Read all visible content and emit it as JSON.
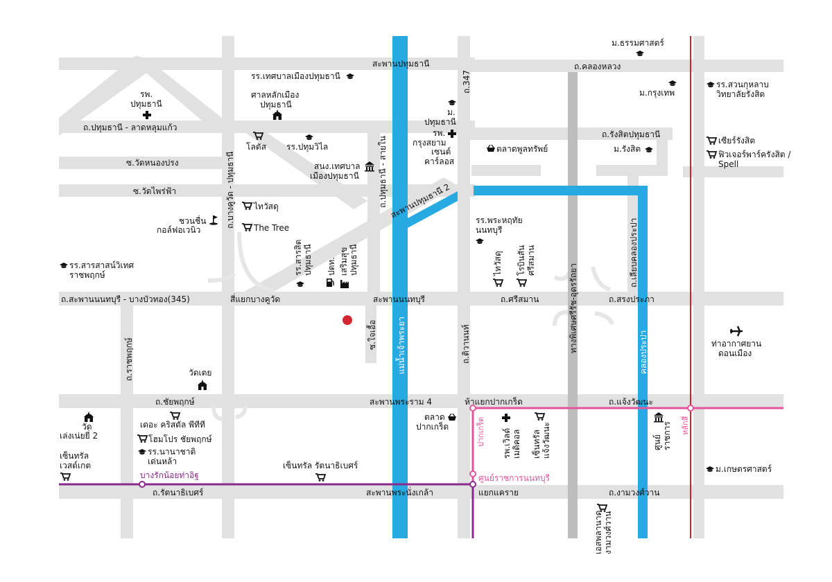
{
  "roads_h": {
    "sapan_pathum": "สะพานปทุมธานี",
    "khlong_luang": "ถ.คลองหลวง",
    "pathum_lat_lum_kaeo": "ถ.ปทุมธานี - ลาดหลุมแก้ว",
    "rangsit_pathum": "ถ.รังสิตปทุมธานี",
    "soi_wat_nong_prong": "ซ.วัดหนองปรง",
    "soi_wat_phai_fa": "ซ.วัดไพร่ฟ้า",
    "sapan_pathum_2": "สะพานปทุมธานี 2",
    "sapan_nonthaburi_bang_bua_thong": "ถ.สะพานนนทบุรี - บางบัวทอง(345)",
    "si_yaek_bang_khu_wat": "สี่แยกบางคูวัด",
    "sapan_nonthaburi": "สะพานนนทบุรี",
    "si_saman": "ถ.ศรีสมาน",
    "song_prapa_h": "ถ.สรงประภา",
    "chaiyaphruek": "ถ.ชัยพฤกษ์",
    "sapan_rama4": "สะพานพระราม 4",
    "ha_yaek_pak_kret": "ห้าแยกปากเกร็ด",
    "chaeng_watthana": "ถ.แจ้งวัฒนะ",
    "rattanathibet": "ถ.รัตนาธิเบศร์",
    "sapan_phra_nang_klao": "สะพานพระนั่งเกล้า",
    "yaek_khae_rai": "แยกแคราย",
    "ngam_wong_wan": "ถ.งามวงศ์วาน"
  },
  "roads_v": {
    "r347": "ถ.347",
    "bang_khu_wat_pathum": "ถ.บางคูวัด - ปทุมธานี",
    "pathum_sai_nai": "ถ.ปทุมธานี - สายใน",
    "soi_chai_uea": "ซ.ใจเอื้อ",
    "tiwanon": "ถ.ติวานนท์",
    "ratchaphruek": "ถ.ราชพฤกษ์",
    "liap_khlong_prapa": "ถ.เลียบคลองประปา",
    "expressway": "ทางพิเศษศรีรัช-อุดรรัถยา",
    "river": "แม่น้ำเจ้าพระยา",
    "khlong_prapa": "คลองประปา"
  },
  "pois": {
    "m_thammasat": "ม.ธรรมศาสตร์",
    "rr_thesaban": "รร.เทศบาลเมืองปทุมธานี",
    "san_lak_mueang_1": "ศาลหลักเมือง",
    "san_lak_mueang_2": "ปทุมธานี",
    "rp_pathum_1": "รพ.",
    "rp_pathum_2": "ปทุมธานี",
    "m_pathum_1": "ม.",
    "m_pathum_2": "ปทุมธานี",
    "rp_bangkok_1": "รพ.",
    "rp_bangkok_2": "กรุงสยาม",
    "rp_bangkok_3": "เซนต์",
    "rp_bangkok_4": "คาร์ลอส",
    "rr_suan_kulab_1": "รร.สวนกุหลาบ",
    "rr_suan_kulab_2": "วิทยาลัยรังสิต",
    "m_krungthep": "ม.กรุงเทพ",
    "lotus": "โลตัส",
    "rr_pathumwilai": "รร.ปทุมวิไล",
    "sanong_thesaban_1": "สนง.เทศบาล",
    "sanong_thesaban_2": "เมืองปทุมธานี",
    "talad_phoonsap": "ตลาดพูลทรัพย์",
    "m_rangsit": "ม.รังสิต",
    "future_park_1": "ฟิวเจอร์พาร์ครังสิต /",
    "future_park_2": "Spell",
    "sear_rangsit": "เซียร์รังสิต",
    "chuan_chuen_1": "ชวนชื่น",
    "chuan_chuen_2": "กอล์ฟอเวนิว",
    "kai_wat_sut": "ไทวัสดุ",
    "the_tree": "The Tree",
    "rr_phra_haruthai_1": "รร.พระหฤทัย",
    "rr_phra_haruthai_2": "นนทบุรี",
    "rr_saratit_1": "รร.สารสาสน์วิเทศ",
    "rr_saratit_2": "ราชพฤกษ์",
    "rr_sarasit_v1": "รร.สารสิต",
    "rr_sarasit_v2": "ปทุมธานี",
    "ptt": "ปตท.",
    "sermsuk_v1": "เสริมสุข",
    "sermsuk_v2": "ปทุมธานี",
    "kai_wat_sut_2": "ไทวัสดุ",
    "robinson_v1": "โรบินสัน",
    "robinson_v2": "ศรีสมาน",
    "airport_1": "ท่าอากาศยาน",
    "airport_2": "ดอนเมือง",
    "wat_toei": "วัดเตย",
    "wat_len_1": "วัด",
    "wat_len_2": "เล่งเน่ยยี่ 2",
    "crystal_ptt": "เดอะ คริสตัล พีทีที",
    "homepro": "โฮมโปร ชัยพฤกษ์",
    "rr_nanachat_1": "รร.นานาชาติ",
    "rr_nanachat_2": "เด่นหล้า",
    "central_west_1": "เซ็นทรัล",
    "central_west_2": "เวสต์เกต",
    "central_rattanathibet": "เซ็นทรัล รัตนาธิเบศร์",
    "talad_pak_kret_1": "ตลาด",
    "talad_pak_kret_2": "ปากเกร็ด",
    "rp_world_v1": "รพ.เวิลด์",
    "rp_world_v2": "เมดิคอล",
    "central_chaeng_v1": "เซ็นทรัล",
    "central_chaeng_v2": "แจ้งวัฒนะ",
    "gov_center_v1": "ศูนย์",
    "gov_center_v2": "ราชการ",
    "m_kaset": "ม.เกษตรศาสตร์",
    "esplanade_v1": "เอสพลานาด",
    "esplanade_v2": "งามวงศ์วาน"
  },
  "transit": {
    "pink_pak_kret": "ปากเกร็ด",
    "pink_lak_si": "หลักสี่",
    "pink_gov_center": "ศูนย์ราชการนนทบุรี",
    "purple_bang_rak_noi": "บางรักน้อยท่าอิฐ"
  },
  "colors": {
    "road": "#e1e1e1",
    "expressway": "#bdbdbd",
    "river": "#27a9e1",
    "purple_line": "#8a2a8c",
    "pink_line": "#e3559b",
    "red_line": "#c8252c",
    "marker": "#d42630"
  }
}
